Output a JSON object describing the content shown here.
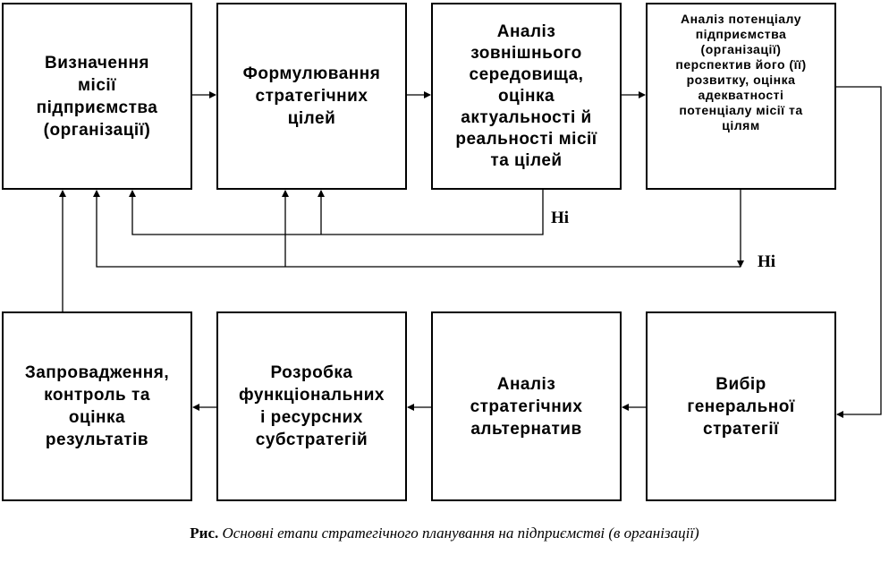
{
  "boxes": {
    "mission": "Визначення\nмісії\nпідприємства\n(організації)",
    "goals": "Формулювання\nстратегічних\nцілей",
    "environment": "Аналіз\nзовнішнього\nсередовища,\nоцінка\nактуальності й\nреальності місії\nта цілей",
    "potential": "Аналіз потенціалу\nпідприємства\n(організації)\nперспектив його (її)\nрозвитку, оцінка\nадекватності\nпотенціалу місії та\nцілям",
    "general_strategy": "Вибір\nгенеральної\nстратегії",
    "alternatives": "Аналіз\nстратегічних\nальтернатив",
    "substrategies": "Розробка\nфункціональних\nі ресурсних\nсубстратегій",
    "implementation": "Запровадження,\nконтроль та\nоцінка\nрезультатів"
  },
  "labels": {
    "no_1": "Ні",
    "no_2": "Ні"
  },
  "caption": {
    "prefix": "Рис.",
    "text": "Основні етапи стратегічного планування на підприємстві (в організації)"
  }
}
